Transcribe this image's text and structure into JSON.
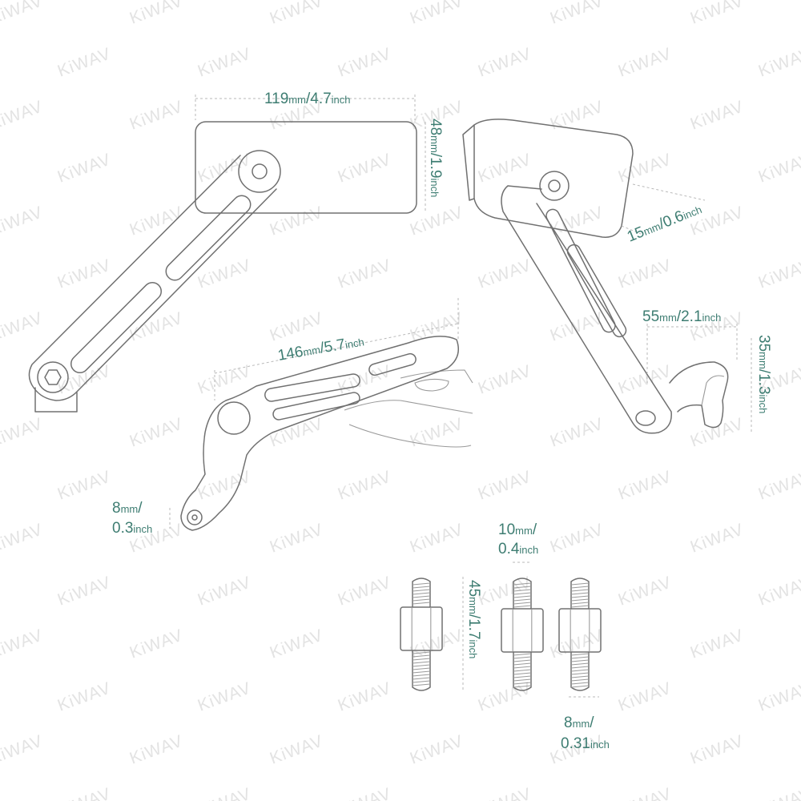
{
  "watermark": {
    "text": "KiWAV"
  },
  "colors": {
    "dimension_text": "#3e7d72",
    "outline": "#707070",
    "watermark": "#e3e3e3"
  },
  "dimensions": {
    "mirror_width": {
      "value": "119",
      "unit": "mm",
      "sep": "/",
      "imperial": "4.7",
      "iunit": "inch"
    },
    "mirror_height": {
      "value": "48",
      "unit": "mm",
      "sep": "/",
      "imperial": "1.9",
      "iunit": "inch"
    },
    "mirror_depth": {
      "value": "15",
      "unit": "mm",
      "sep": "/",
      "imperial": "0.6",
      "iunit": "inch"
    },
    "clamp_width": {
      "value": "55",
      "unit": "mm",
      "sep": "/",
      "imperial": "2.1",
      "iunit": "inch"
    },
    "clamp_height": {
      "value": "35",
      "unit": "mm",
      "sep": "/",
      "imperial": "1.3",
      "iunit": "inch"
    },
    "arm_length": {
      "value": "146",
      "unit": "mm",
      "sep": "/",
      "imperial": "5.7",
      "iunit": "inch"
    },
    "mount_hole": {
      "value": "8",
      "unit": "mm",
      "sep": "/",
      "imperial": "0.3",
      "iunit": "inch"
    },
    "bolt_length": {
      "value": "45",
      "unit": "mm",
      "sep": "/",
      "imperial": "1.7",
      "iunit": "inch"
    },
    "bolt_thread_a": {
      "value": "10",
      "unit": "mm",
      "sep": "/",
      "imperial": "0.4",
      "iunit": "inch"
    },
    "bolt_thread_b": {
      "value": "8",
      "unit": "mm",
      "sep": "/",
      "imperial": "0.31",
      "iunit": "inch"
    }
  }
}
